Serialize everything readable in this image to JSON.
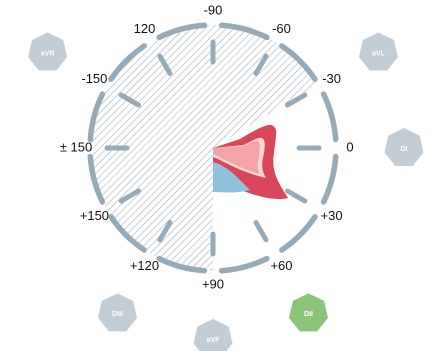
{
  "colors": {
    "ring": "#97aab8",
    "hatch": "#9aacb9",
    "lead_default": "#c3cdd5",
    "lead_active": "#8cc47a",
    "heart_outer": "#d9465a",
    "heart_inner": "#f3a4a6",
    "heart_light": "#fbd6d3",
    "ventricle_blue": "#8fc3dd"
  },
  "active_lead": "DII",
  "angles": [
    {
      "label": "-90",
      "deg": -90
    },
    {
      "label": "-60",
      "deg": -60
    },
    {
      "label": "-30",
      "deg": -30
    },
    {
      "label": "0",
      "deg": 0
    },
    {
      "label": "+30",
      "deg": 30
    },
    {
      "label": "+60",
      "deg": 60
    },
    {
      "label": "+90",
      "deg": 90
    },
    {
      "label": "+120",
      "deg": 120
    },
    {
      "label": "+150",
      "deg": 150
    },
    {
      "label": "± 150",
      "deg": 180
    },
    {
      "label": "-150",
      "deg": -150
    },
    {
      "label": "120",
      "deg": -120
    }
  ],
  "leads": [
    {
      "label": "aVR",
      "deg": -150
    },
    {
      "label": "aVL",
      "deg": -30
    },
    {
      "label": "DI",
      "deg": 0
    },
    {
      "label": "DII",
      "deg": 60
    },
    {
      "label": "aVF",
      "deg": 90
    },
    {
      "label": "DIII",
      "deg": 120
    }
  ]
}
